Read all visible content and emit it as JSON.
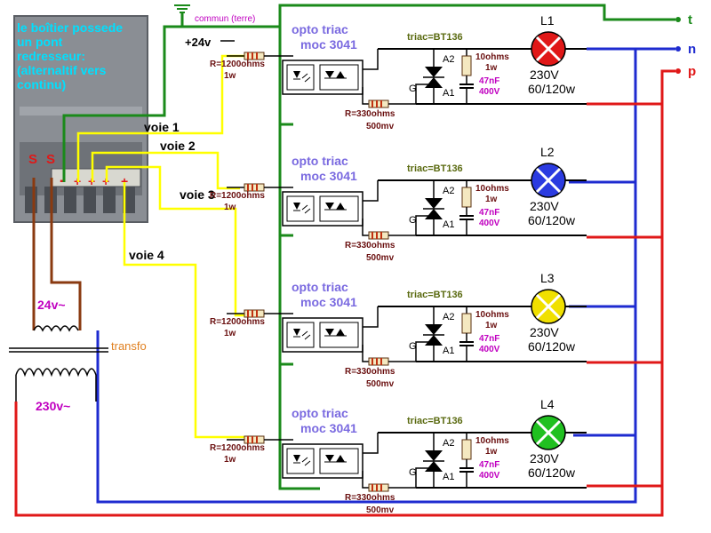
{
  "box": {
    "note_lines": [
      "le boîtier possede",
      "un pont",
      "redresseur:",
      "(alternaltif vers",
      "continu)"
    ],
    "pin_s1": "S",
    "pin_s2": "S",
    "pin_minus": "-",
    "pin_plus": "+"
  },
  "ground": {
    "label": "commun (terre)"
  },
  "supply": {
    "label": "+24v"
  },
  "terminals": {
    "t": "t",
    "n": "n",
    "p": "p"
  },
  "voies": [
    "voie 1",
    "voie 2",
    "voie 3",
    "voie 4"
  ],
  "transformer": {
    "label": "transfo",
    "secondary": "24v~",
    "primary": "230v~"
  },
  "channels": [
    {
      "opto1": "opto triac",
      "opto2": "moc 3041",
      "r1": "R=1200ohms",
      "r1w": "1w",
      "triac": "triac=BT136",
      "a2": "A2",
      "a1": "A1",
      "g": "G",
      "r10": "10ohms",
      "r10w": "1w",
      "cap": "47nF",
      "capv": "400V",
      "r2": "R=330ohms",
      "r2p": "500mv",
      "lamp": "L1",
      "volt": "230V",
      "watt": "60/120w"
    },
    {
      "opto1": "opto triac",
      "opto2": "moc 3041",
      "r1": "R=1200ohms",
      "r1w": "1w",
      "triac": "triac=BT136",
      "a2": "A2",
      "a1": "A1",
      "g": "G",
      "r10": "10ohms",
      "r10w": "1w",
      "cap": "47nF",
      "capv": "400V",
      "r2": "R=330ohms",
      "r2p": "500mv",
      "lamp": "L2",
      "volt": "230V",
      "watt": "60/120w"
    },
    {
      "opto1": "opto triac",
      "opto2": "moc 3041",
      "r1": "R=1200ohms",
      "r1w": "1w",
      "triac": "triac=BT136",
      "a2": "A2",
      "a1": "A1",
      "g": "G",
      "r10": "10ohms",
      "r10w": "1w",
      "cap": "47nF",
      "capv": "400V",
      "r2": "R=330ohms",
      "r2p": "500mv",
      "lamp": "L3",
      "volt": "230V",
      "watt": "60/120w"
    },
    {
      "opto1": "opto triac",
      "opto2": "moc 3041",
      "r1": "R=1200ohms",
      "r1w": "1w",
      "triac": "triac=BT136",
      "a2": "A2",
      "a1": "A1",
      "g": "G",
      "r10": "10ohms",
      "r10w": "1w",
      "cap": "47nF",
      "capv": "400V",
      "r2": "R=330ohms",
      "r2p": "500mv",
      "lamp": "L4",
      "volt": "230V",
      "watt": "60/120w"
    }
  ],
  "colors": {
    "ground_wire": "#1a8a1a",
    "neutral_wire": "#1e2bd0",
    "phase_wire": "#e01818",
    "signal_wire": "#ffff00",
    "cyan_text": "#00e0ff",
    "opto_text": "#7a6ae0",
    "resistor_text": "#6a1010",
    "cap_text": "#c000c0",
    "triac_text": "#5a6a10",
    "lamp1": "#e01818",
    "lamp2": "#2b3be0",
    "lamp3": "#f0e000",
    "lamp4": "#20c020"
  }
}
